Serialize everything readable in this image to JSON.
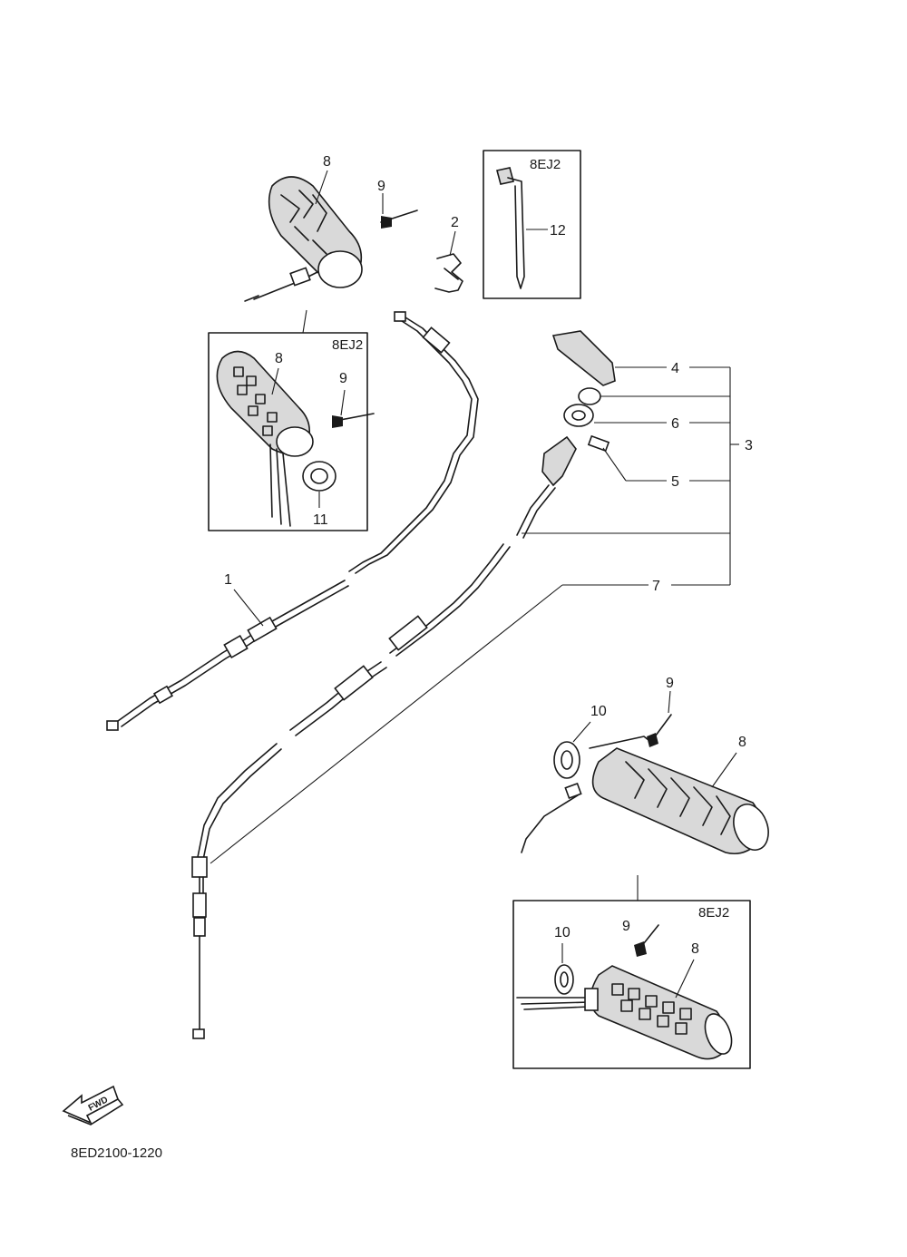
{
  "callouts": {
    "c1": "1",
    "c2": "2",
    "c3": "3",
    "c4": "4",
    "c5": "5",
    "c6": "6",
    "c7": "7",
    "c8": "8",
    "c9": "9",
    "c10": "10",
    "c11": "11",
    "c12": "12"
  },
  "variant_boxes": {
    "box_grip_left": "8EJ2",
    "box_strap": "8EJ2",
    "box_grip_right": "8EJ2"
  },
  "fwd_label": "FWD",
  "diagram_code": "8ED2100-1220"
}
